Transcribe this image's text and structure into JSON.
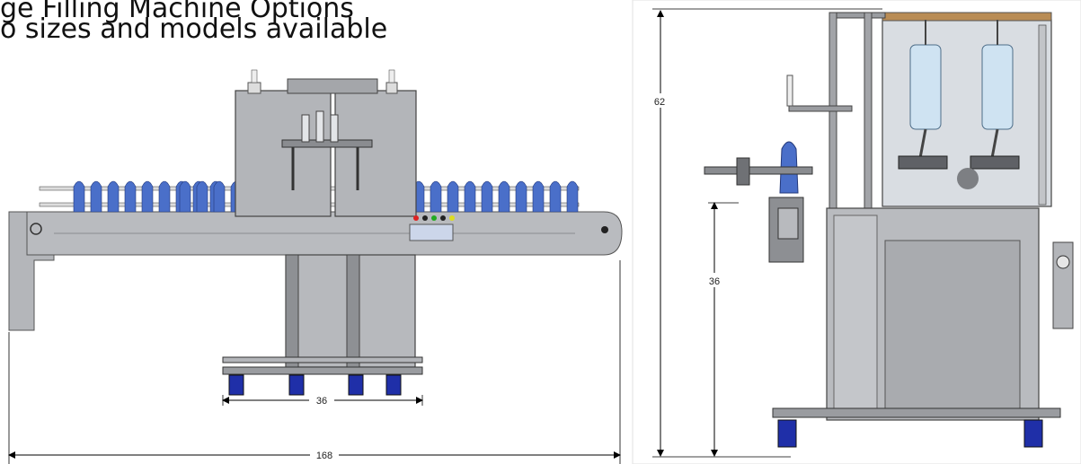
{
  "header": {
    "line1": "ge Filling Machine Options",
    "line2": "o sizes and models available"
  },
  "front_view": {
    "inner_width_dim": "36",
    "overall_length_dim": "168"
  },
  "side_view": {
    "overall_height_dim": "62",
    "conveyor_height_dim": "36"
  },
  "colors": {
    "frame": "#9ea0a4",
    "frame_light": "#c7c8cb",
    "panel": "#b9bbc0",
    "bottle": "#4a6fc9",
    "caster": "#1f2fa8",
    "glass": "#d9dde2",
    "cylinder": "#cfe3f2",
    "wood_top": "#b98c55"
  }
}
